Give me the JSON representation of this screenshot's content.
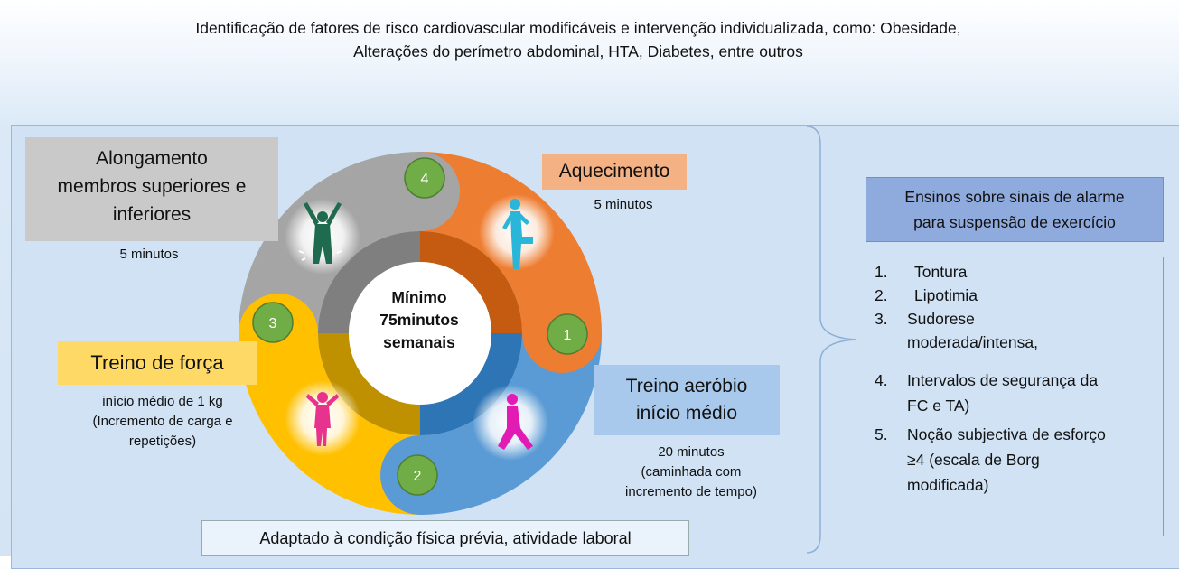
{
  "header": {
    "line1": "Identificação de fatores de risco cardiovascular modificáveis e intervenção individualizada, como: Obesidade,",
    "line2": "Alterações do perímetro abdominal, HTA, Diabetes, entre outros"
  },
  "center": {
    "line1": "Mínimo",
    "line2": "75minutos",
    "line3": "semanais"
  },
  "stages": {
    "warmup": {
      "number": "1",
      "title": "Aquecimento",
      "duration": "5 minutos",
      "color": "#ed7d31"
    },
    "aerobic": {
      "number": "2",
      "title_line1": "Treino aeróbio",
      "title_line2": "início médio",
      "duration": "20 minutos",
      "note_line1": "(caminhada com",
      "note_line2": "incremento de tempo)",
      "color": "#5b9bd5"
    },
    "strength": {
      "number": "3",
      "title": "Treino de força",
      "detail_line1": "início médio de 1 kg",
      "detail_line2": "(Incremento de carga e",
      "detail_line3": "repetições)",
      "color": "#ffc000"
    },
    "stretch": {
      "number": "4",
      "title_line1": "Alongamento",
      "title_line2": "membros superiores e",
      "title_line3": "inferiores",
      "duration": "5 minutos",
      "color": "#a5a5a5"
    }
  },
  "badge_color": "#70ad47",
  "alarm": {
    "title_line1": "Ensinos sobre sinais de alarme",
    "title_line2": "para suspensão de exercício",
    "items": [
      {
        "num": "1.",
        "line1": "Tontura",
        "line2": ""
      },
      {
        "num": "2.",
        "line1": "Lipotimia",
        "line2": ""
      },
      {
        "num": "3.",
        "line1": "Sudorese",
        "line2": "moderada/intensa,"
      },
      {
        "num": "4.",
        "line1": "Intervalos de segurança da",
        "line2": "FC e TA)"
      },
      {
        "num": "5.",
        "line1": "Noção subjectiva de esforço",
        "line2": "≥4 (escala de Borg",
        "line3": "modificada)"
      }
    ]
  },
  "footer": {
    "note": "Adaptado à condição física prévia, atividade laboral"
  },
  "icons": [
    "standing-woman-icon",
    "stepping-woman-icon",
    "lunging-woman-icon",
    "arms-raised-woman-icon"
  ]
}
